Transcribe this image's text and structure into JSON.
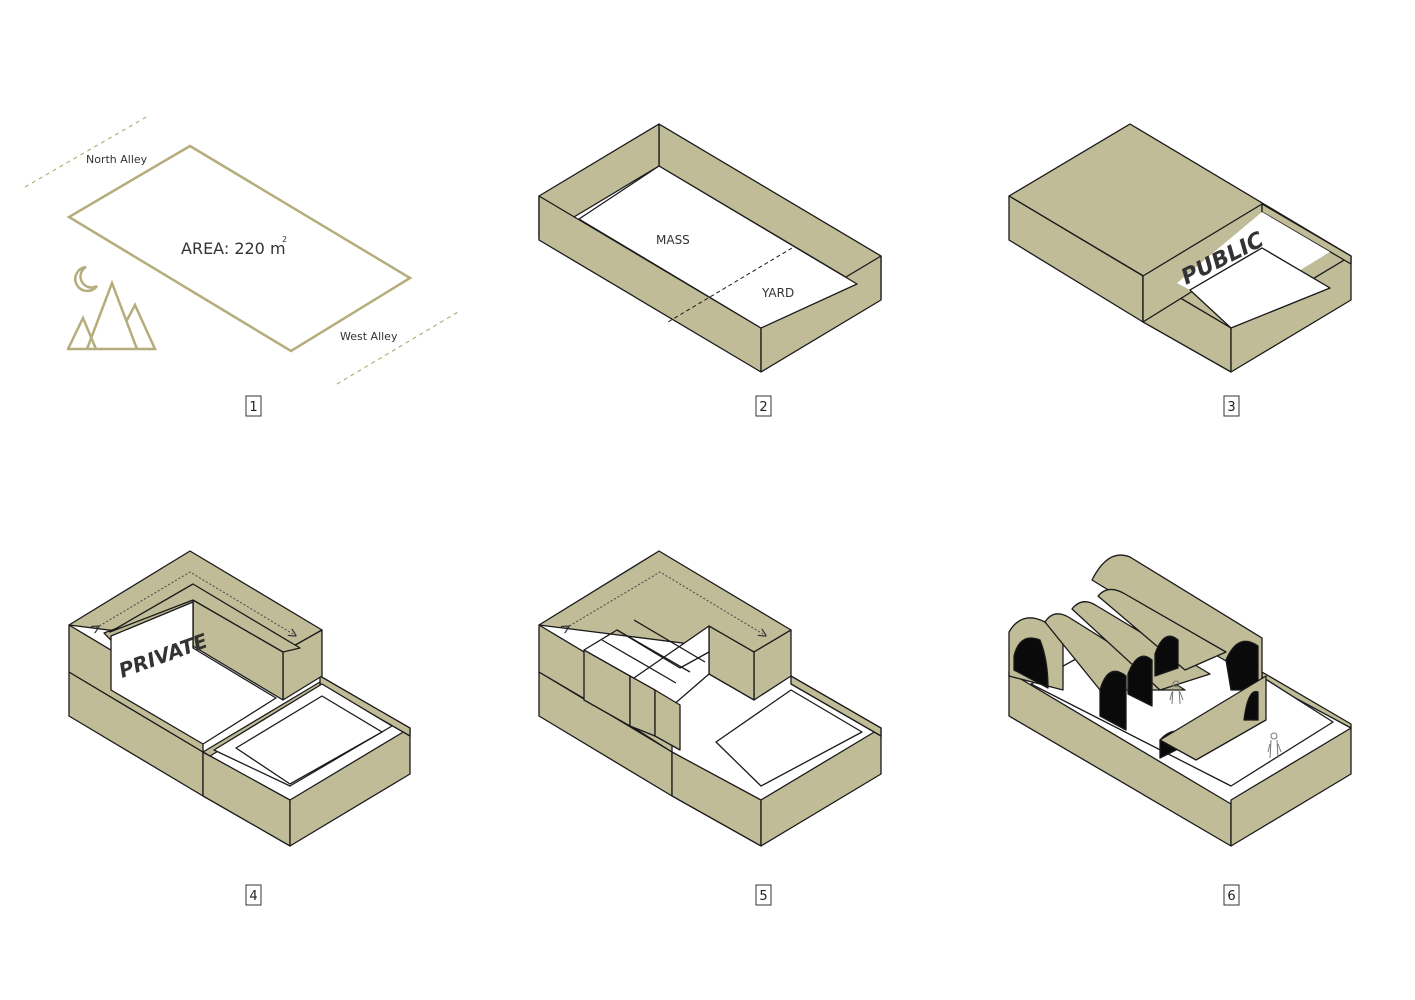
{
  "colors": {
    "mass": "#c0bc98",
    "outline": "#1a1a1a",
    "site_line": "#b5ad7c",
    "paper": "#ffffff",
    "arch_void": "#0a0a0a"
  },
  "steps": [
    {
      "number": "1"
    },
    {
      "number": "2"
    },
    {
      "number": "3"
    },
    {
      "number": "4"
    },
    {
      "number": "5"
    },
    {
      "number": "6"
    }
  ],
  "step1": {
    "north_alley": "North Alley",
    "west_alley": "West Alley",
    "area_label": "AREA: 220 m",
    "area_exponent": "2",
    "icons": [
      "moon-icon",
      "mountains-icon"
    ]
  },
  "step2": {
    "mass_label": "MASS",
    "yard_label": "YARD"
  },
  "step3": {
    "public_label": "PUBLIC"
  },
  "step4": {
    "private_label": "PRIVATE"
  }
}
